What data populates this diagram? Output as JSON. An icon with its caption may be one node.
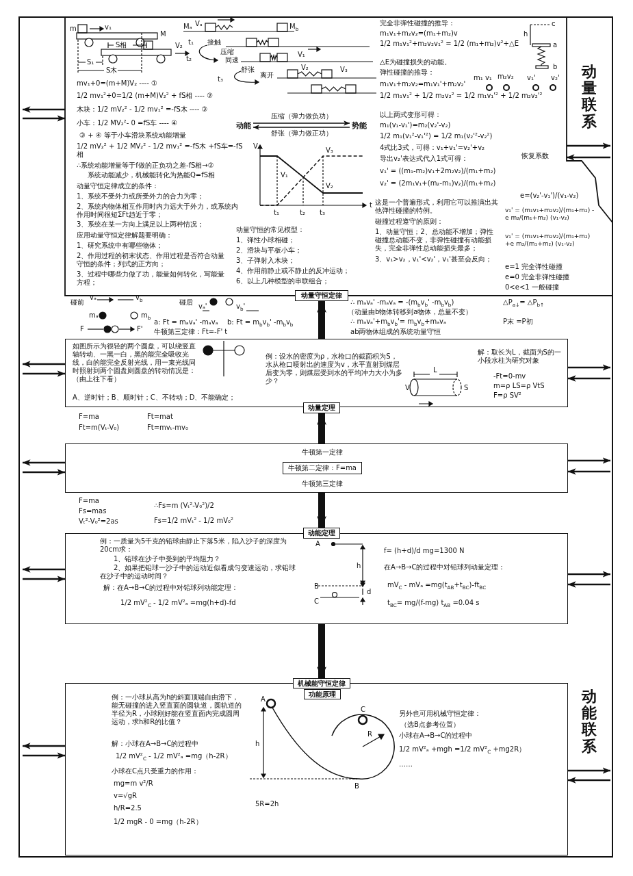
{
  "diagram": {
    "nodes": [
      {
        "text": [
          "m",
          "v₁",
          "M",
          "S相",
          "V₂",
          "S₁",
          "S木",
          "Mₐ",
          "Vₐ",
          "M$_{b}$",
          "t₁",
          "接触",
          "压缩",
          "t₂",
          "同速",
          "V₁",
          "舒张",
          "V₂",
          "离开",
          "V₃",
          "t₃",
          "mv₁+0=(m+M)V₂ ---- ①",
          "1/2 mv₁²+0=1/2 (m+M)V₂² + fS相 ---- ②",
          "木块：1/2 mV₂² - 1/2 mv₁² =-fS木 ---- ③",
          "小车：1/2 MV₂²- 0 =fS车 ---- ④",
          "③ + ④ 等于小车滑块系统动能增量",
          "1/2 mV₂² + 1/2 MV₂² - 1/2 mv₁² =-fS木 +fS车=-fS相",
          "∴系统动能增量等于f做的正负功之差-fS相→②",
          "系统动能减少，机械能转化为热能Q=fS相",
          "动量守恒定律成立的条件：",
          "1、系统不受外力或所受外力的合力为零；",
          "2、系统内物体相互作用时内力远大于外力，或系统内作用时间很短ΣFt趋近于零；",
          "3、系统在某一方向上满足以上两种情况；",
          "应用动量守恒定律解题要明确：",
          "1、研究系统中有哪些物体；",
          "2、作用过程的初末状态、作用过程是否符合动量守恒的条件；列式的正方向；",
          "3、过程中哪些力做了功，能量如何转化，写能量方程；",
          "V",
          "V₁",
          "V₃",
          "V₂",
          "t₁",
          "t₂",
          "t₃",
          "t",
          "动量守恒的常见模型：",
          "1、弹性小球相碰；",
          "2、滑块与平板小车；",
          "3、子弹射入木块；",
          "4、作用前静止或不静止的反冲运动；",
          "6、以上几种模型的串联组合；",
          "完全非弹性碰撞的推导：",
          "m₁v₁+m₂v₂=(m₁+m₂)v",
          "1/2 m₁v₁²+m₂v₂v₁² = 1/2 (m₁+m₂)v²+△E",
          "△E为碰撞损失的动能。",
          "弹性碰撞的推导：",
          "m₁v₁+m₂v₂=m₁v₁'+m₂v₂'",
          "1/2 m₁v₁² + 1/2 m₂v₂² = 1/2 m₁v₁'² + 1/2 m₂v₂'²",
          "以上两式变形可得：",
          "m₁(v₁-v₁')=m₂(v₂'-v₂)",
          "1/2 m₁(v₁²-v₁'²) = 1/2 m₁(v₂'²-v₂²)",
          "4式比3式，可得：v₁+v₁'=v₂'+v₂",
          "导出v₂'表达式代入1式可得：",
          "v₁' = ((m₁-m₂)v₁+2m₂v₂)/(m₁+m₂)",
          "v₂' = (2m₁v₁+(m₂-m₁)v₂)/(m₁+m₂)",
          "这是一个普遍形式，利用它可以推演出其他弹性碰撞的特例。",
          "碰撞过程遵守的原则：",
          "1、动量守恒；2、总动能不增加；弹性碰撞总动能不变，非弹性碰撞有动能损失，完全非弹性总动能损失最多；",
          "3、v₁>v₂，v₁'<v₂'，v₁'甚至会反向；",
          "c",
          "h",
          "a",
          "b",
          "m₁ v₁",
          "m₂v₂",
          "v₁'",
          "v₂'",
          "恢复系数",
          "e=(v₂'-v₁')/(v₁-v₂)",
          "v₁' = (m₁v₁+m₂v₂)/(m₁+m₂) - e m₂/(m₁+m₂) (v₁-v₂)",
          "v₁' = (m₁v₁+m₂v₂)/(m₁+m₂) +e m₂/(m₁+m₂) (v₁-v₂)",
          "e=1 完全弹性碰撞",
          "e=0 完全非弹性碰撞",
          "0<e<1 一般碰撞"
        ]
      },
      {
        "text": [
          "动能"
        ],
        "in": 0
      },
      {
        "text": [
          "势能"
        ],
        "in": 0
      },
      {
        "text": [
          "动量守恒定律"
        ]
      },
      {
        "text": [
          "如图所示为很轻的两个圆盘，可以绕竖直轴转动、一黑一白，黑的能完全吸收光线，白的能完全反射光线，用一束光线同时照射到两个圆盘则圆盘的转动情况是：（由上往下看）",
          "A、逆时针；B、顺时针；C、不转动；D、不能确定；",
          "例：设水的密度为ρ，水枪口的截面积为S，水从枪口喷射出的速度为v，水平直射到煤层后变为零，则煤层受到水的平均冲力大小为多少？",
          "L",
          "V",
          "S",
          "解：取长为L，截面为S的一小段水柱为研究对象",
          "-Ft=0-mv",
          "m=ρ LS=ρ VtS",
          "F=ρ SV²"
        ]
      },
      {
        "text": [
          "动量定理"
        ]
      },
      {
        "text": [
          "牛顿第一定律",
          "牛顿第三定律"
        ]
      },
      {
        "text": [
          "牛顿第二定律：F=ma"
        ],
        "in": 6
      },
      {
        "text": [
          "动能定理"
        ]
      },
      {
        "text": [
          "例：一质量为5千克的铅球由静止下落5米，陷入沙子的深度为20cm求：",
          "1、铅球在沙子中受到的平均阻力？",
          "2、如果把铅球一沙子中的运动近似看成匀变速运动，求铅球在沙子中的运动时间？",
          "解：在A→B→C的过程中对铅球列动能定理：",
          "1/2 mV²$_{C}$ - 1/2 mV²ₐ =mg(h+d)-fd",
          "A",
          "h",
          "B",
          "d",
          "C",
          "f= (h+d)/d mg=1300 N",
          "在A→B→C的过程中对铅球列动量定理：",
          "mV$_{C}$ - mVₐ =mg(t$_{AB}$+t$_{BC}$)-ft$_{BC}$",
          "t$_{BC}$= mg/(f-mg) t$_{AB}$ =0.04 s"
        ]
      },
      {
        "text": [
          "机械能守恒定律"
        ]
      },
      {
        "text": [
          "例：一小球从高为h的斜面顶端自由滑下，能无碰撞的进入竖直面的圆轨道，圆轨道的半径为R，小球刚好能在竖直面内完成圆周运动，求h和R的比值？",
          "解：小球在A→B→C的过程中",
          "1/2 mV²$_{C}$ - 1/2 mV²ₐ =mg（h-2R）",
          "小球在C点只受重力的作用：",
          "mg=m v²/R",
          "v=√gR",
          "h/R=2.5",
          "1/2 mgR - 0 =mg（h-2R）",
          "A",
          "h",
          "C",
          "R",
          "B",
          "5R=2h",
          "另外也可用机械守恒定律：",
          "（选B点参考位置）",
          "小球在A→B→C的过程中",
          "1/2 mV²ₐ +mgh =1/2 mV²$_{C}$ +mg2R）",
          "……"
        ]
      },
      {
        "text": [
          "功能原理"
        ],
        "in": 11
      }
    ],
    "edges": [
      {
        "from": 1,
        "to": 2,
        "arrow": "to",
        "label": "压缩（弹力做负功）"
      },
      {
        "from": 2,
        "to": 1,
        "arrow": "to",
        "label": "舒张（弹力做正功）"
      },
      {
        "from": 4,
        "to": 3,
        "arrow": "to",
        "style": "thick"
      },
      {
        "from": 6,
        "to": 5,
        "arrow": "to",
        "style": "thick"
      },
      {
        "from": 6,
        "to": 8,
        "arrow": "to",
        "style": "thick"
      },
      {
        "from": 9,
        "to": 10,
        "arrow": "to",
        "style": "thick"
      },
      {
        "from": 0,
        "to": null,
        "arrow": "to"
      },
      {
        "from": null,
        "to": 0,
        "arrow": "to"
      },
      {
        "from": 0,
        "to": null,
        "arrow": "to"
      },
      {
        "from": null,
        "to": 0,
        "arrow": "to"
      },
      {
        "from": 4,
        "to": null,
        "arrow": "to"
      },
      {
        "from": null,
        "to": 4,
        "arrow": "to"
      },
      {
        "from": 4,
        "to": null,
        "arrow": "to"
      },
      {
        "from": null,
        "to": 4,
        "arrow": "to"
      },
      {
        "from": 6,
        "to": null,
        "arrow": "to"
      },
      {
        "from": null,
        "to": 6,
        "arrow": "to"
      },
      {
        "from": 6,
        "to": null,
        "arrow": "to"
      },
      {
        "from": null,
        "to": 6,
        "arrow": "to"
      },
      {
        "from": 9,
        "to": null,
        "arrow": "to"
      },
      {
        "from": null,
        "to": 9,
        "arrow": "to"
      },
      {
        "from": 9,
        "to": null,
        "arrow": "to"
      },
      {
        "from": null,
        "to": 9,
        "arrow": "to"
      },
      {
        "from": 11,
        "to": null,
        "arrow": "to"
      },
      {
        "from": null,
        "to": 11,
        "arrow": "to"
      },
      {
        "from": 11,
        "to": null,
        "arrow": "to"
      },
      {
        "from": null,
        "to": 11,
        "arrow": "to"
      }
    ],
    "labels": [
      "碰前",
      "vₐ",
      "v$_{b}$",
      "mₐ",
      "m$_{b}$",
      "碰后",
      "vₐ'",
      "v$_{b}$'",
      "a: Ft = mₐvₐ' -mₐvₐ",
      "b: Ft = m$_{b}$v$_{b}$' -m$_{b}$v$_{b}$",
      "F",
      "F'",
      "牛顿第三定律：Ft=-F' t",
      "∴ mₐvₐ' -mₐvₐ = -(m$_{b}$v$_{b}$' -m$_{b}$v$_{b}$)",
      "△P$_{a↓}$= △P$_{b↑}$",
      "（动量由b物体转移到a物体，总量不变）",
      "∴ mₐvₐ'+m$_{b}$v$_{b}$'= m$_{b}$v$_{b}$+mₐvₐ",
      "P末 =P初",
      "ab两物体组成的系统动量守恒",
      "F=ma",
      "Ft=mat",
      "Ft=m(Vₜ-V₀)",
      "Ft=mvₜ-mv₀",
      "F=ma",
      "Fs=mas",
      "Vₜ²-V₀²=2as",
      "∴Fs=m (Vₜ²-V₀²)/2",
      "Fs=1/2 mVₜ² - 1/2 mV₀²",
      "动量联系",
      "动能联系"
    ]
  }
}
